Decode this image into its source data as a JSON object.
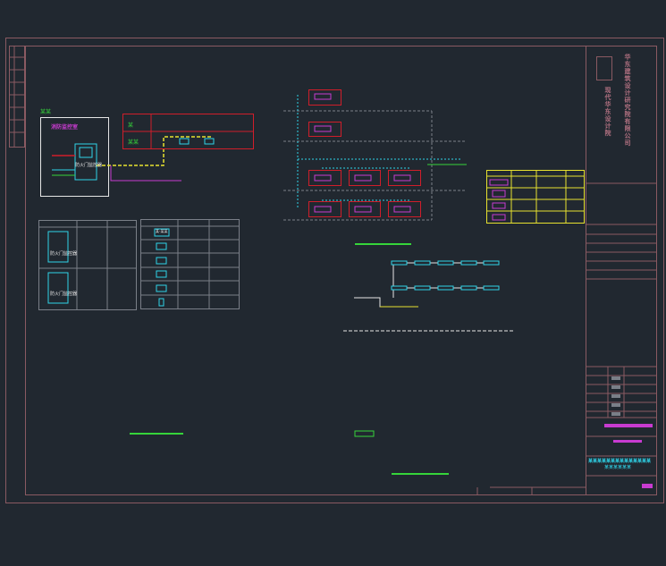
{
  "colors": {
    "background": "#212830",
    "frame": "#8a5a62",
    "grid": "#7a7f88",
    "cyan": "#2fd3e8",
    "yellow": "#e8e22f",
    "green": "#36d43a",
    "magenta": "#c83bd0",
    "red": "#d01e2a",
    "white": "#e6e6e6"
  },
  "panel_room": {
    "area_label": "某某",
    "room_title": "消防监控室",
    "device_label": "防火门监控器"
  },
  "panel_feed": {
    "row1_label": "某",
    "row2_label": "某某"
  },
  "legend_left": {
    "item1_label": "防火门监控器",
    "item2_label": "防火门监控器"
  },
  "legend_right": {
    "header_label": "某-某某"
  },
  "title_block": {
    "company_vertical": "华东建筑设计研究院有限公司",
    "company_sub": "现代华东设计院",
    "drawing_title": "某某某某某某某某某某某某某某",
    "drawing_subtitle": "某某某某某某"
  }
}
